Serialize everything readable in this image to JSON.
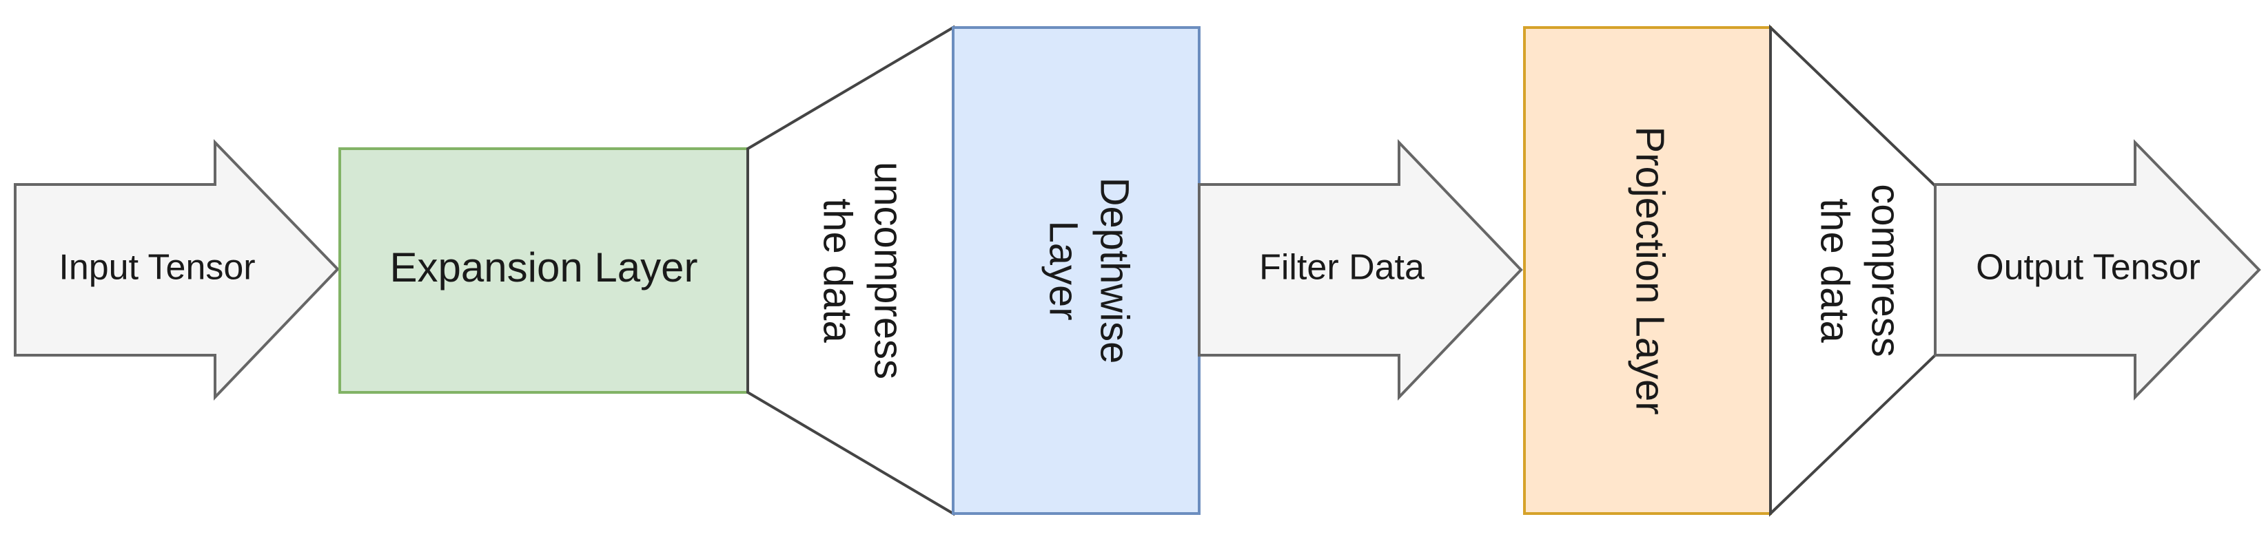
{
  "diagram": {
    "nodes": {
      "input_tensor": {
        "label": "Input Tensor",
        "fill": "#f5f5f5",
        "stroke": "#666666"
      },
      "expansion_layer": {
        "label": "Expansion Layer",
        "fill": "#d5e8d4",
        "stroke": "#82b366"
      },
      "uncompress": {
        "line1": "uncompress",
        "line2": "the data",
        "fill": "#ffffff",
        "stroke": "#444444"
      },
      "depthwise_layer": {
        "line1": "Depthwise",
        "line2": "Layer",
        "fill": "#dae8fc",
        "stroke": "#6c8ebf"
      },
      "filter_data": {
        "label": "Filter Data",
        "fill": "#f5f5f5",
        "stroke": "#666666"
      },
      "projection_layer": {
        "label": "Projection Layer",
        "fill": "#ffe6cc",
        "stroke": "#d6a22a"
      },
      "compress": {
        "line1": "compress",
        "line2": "the data",
        "fill": "#ffffff",
        "stroke": "#444444"
      },
      "output_tensor": {
        "label": "Output Tensor",
        "fill": "#f5f5f5",
        "stroke": "#666666"
      }
    }
  }
}
